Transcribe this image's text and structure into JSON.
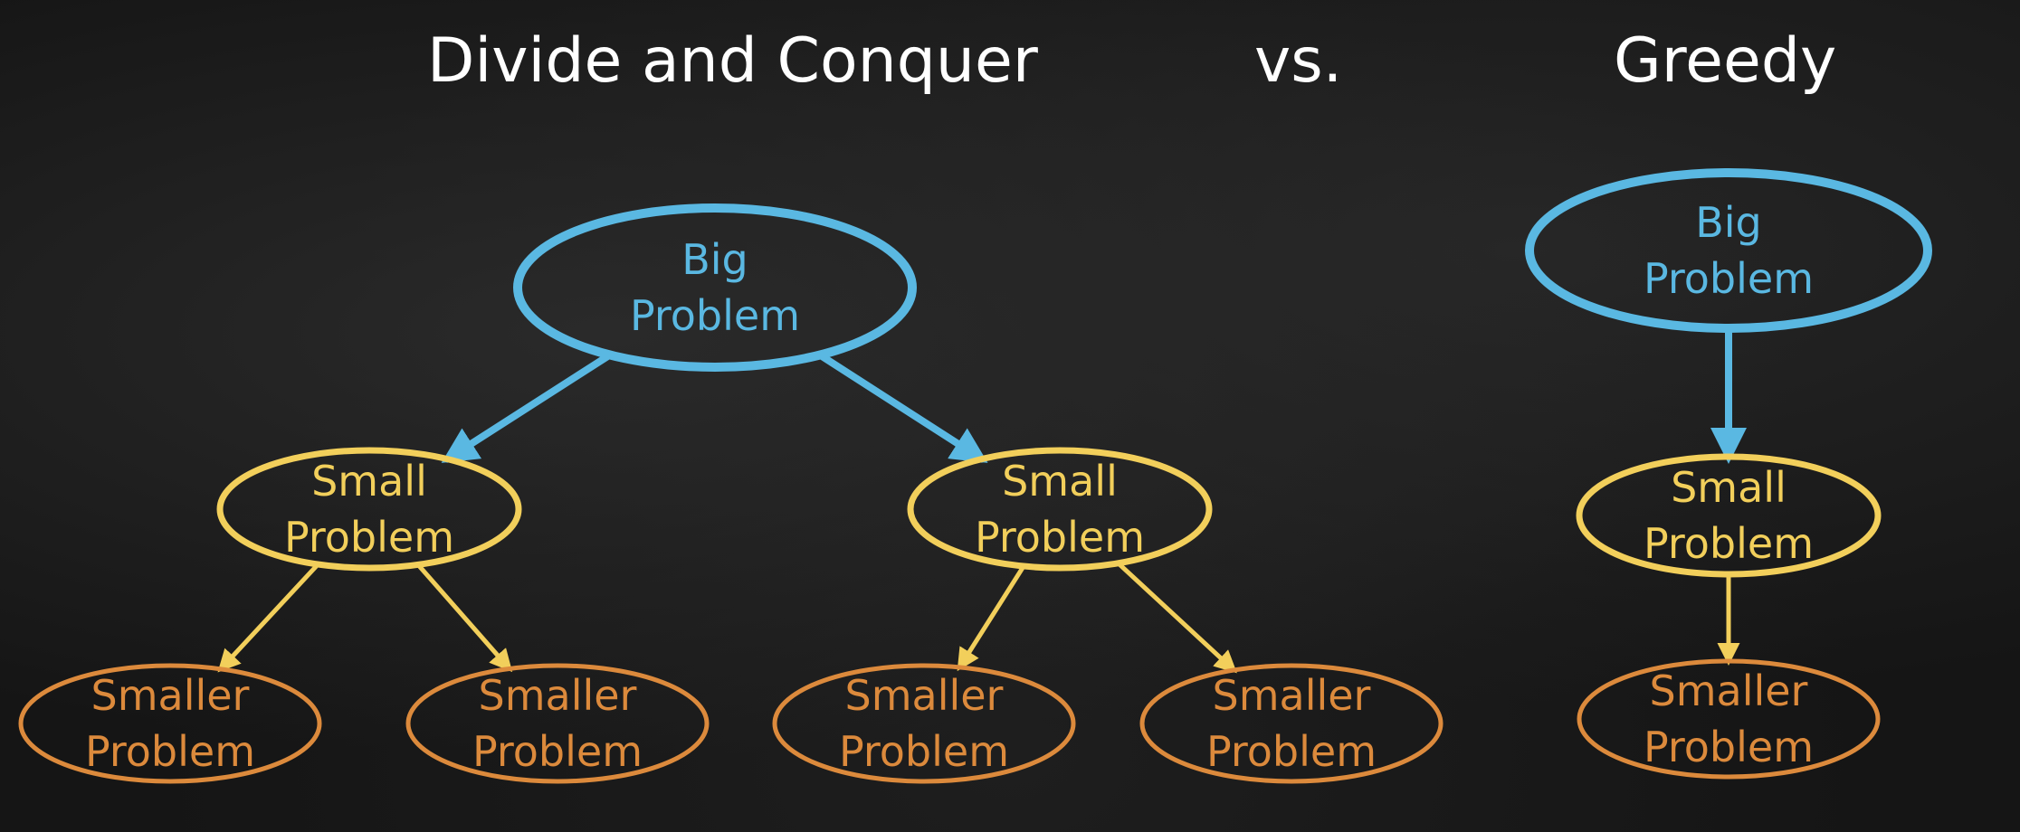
{
  "headings": {
    "left": "Divide and Conquer",
    "middle": "vs.",
    "right": "Greedy"
  },
  "colors": {
    "background": "#151515",
    "title": "#ffffff",
    "big": "#5ab8e2",
    "small": "#f2cf5b",
    "smaller": "#dc8a3c"
  },
  "nodes": {
    "dc_big": {
      "line1": "Big",
      "line2": "Problem",
      "level": "big"
    },
    "dc_small_l": {
      "line1": "Small",
      "line2": "Problem",
      "level": "small"
    },
    "dc_small_r": {
      "line1": "Small",
      "line2": "Problem",
      "level": "small"
    },
    "dc_smaller_1": {
      "line1": "Smaller",
      "line2": "Problem",
      "level": "smaller"
    },
    "dc_smaller_2": {
      "line1": "Smaller",
      "line2": "Problem",
      "level": "smaller"
    },
    "dc_smaller_3": {
      "line1": "Smaller",
      "line2": "Problem",
      "level": "smaller"
    },
    "dc_smaller_4": {
      "line1": "Smaller",
      "line2": "Problem",
      "level": "smaller"
    },
    "gr_big": {
      "line1": "Big",
      "line2": "Problem",
      "level": "big"
    },
    "gr_small": {
      "line1": "Small",
      "line2": "Problem",
      "level": "small"
    },
    "gr_smaller": {
      "line1": "Smaller",
      "line2": "Problem",
      "level": "smaller"
    }
  },
  "edges": [
    [
      "dc_big",
      "dc_small_l"
    ],
    [
      "dc_big",
      "dc_small_r"
    ],
    [
      "dc_small_l",
      "dc_smaller_1"
    ],
    [
      "dc_small_l",
      "dc_smaller_2"
    ],
    [
      "dc_small_r",
      "dc_smaller_3"
    ],
    [
      "dc_small_r",
      "dc_smaller_4"
    ],
    [
      "gr_big",
      "gr_small"
    ],
    [
      "gr_small",
      "gr_smaller"
    ]
  ]
}
